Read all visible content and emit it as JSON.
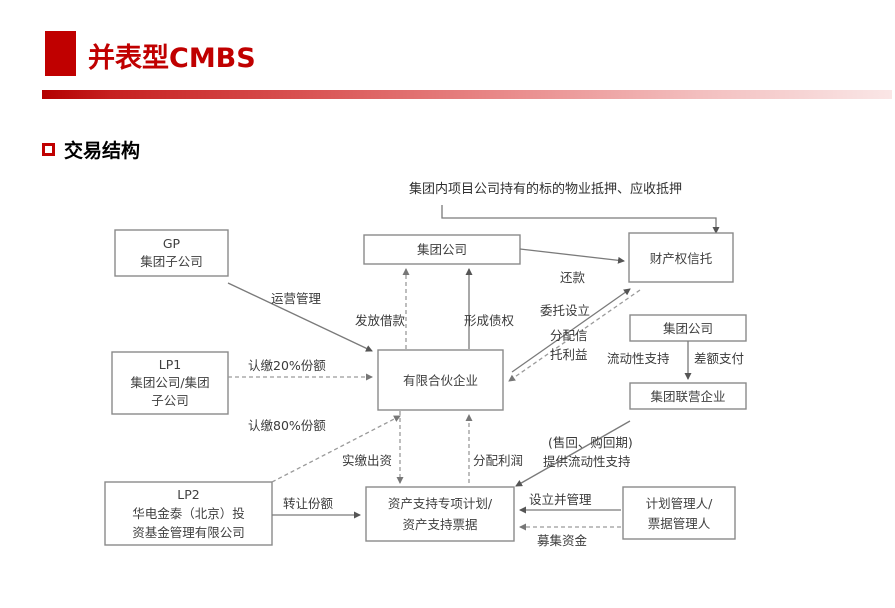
{
  "slide": {
    "title": "并表型CMBS",
    "section_heading": "交易结构",
    "accent_color": "#C00000"
  },
  "diagram": {
    "top_note": "集团内项目公司持有的标的物业抵押、应收抵押",
    "boxes": {
      "gp": {
        "line1": "GP",
        "line2": "集团子公司"
      },
      "lp1": {
        "line1": "LP1",
        "line2": "集团公司/集团",
        "line3": "子公司"
      },
      "lp2": {
        "line1": "LP2",
        "line2": "华电金泰（北京）投",
        "line3": "资基金管理有限公司"
      },
      "group_company_top": {
        "line1": "集团公司"
      },
      "property_trust": {
        "line1": "财产权信托"
      },
      "group_company_right": {
        "line1": "集团公司"
      },
      "group_affiliate": {
        "line1": "集团联营企业"
      },
      "lp_enterprise": {
        "line1": "有限合伙企业"
      },
      "abs_plan": {
        "line1": "资产支持专项计划/",
        "line2": "资产支持票据"
      },
      "plan_manager": {
        "line1": "计划管理人/",
        "line2": "票据管理人"
      }
    },
    "edge_labels": {
      "operation_management": "运营管理",
      "subscribe_20": "认缴20%份额",
      "subscribe_80": "认缴80%份额",
      "transfer_share": "转让份额",
      "issue_loan": "发放借款",
      "form_claim": "形成债权",
      "entrust_setup": "委托设立",
      "distribute_trust_benefit_1": "分配信",
      "distribute_trust_benefit_2": "托利益",
      "repayment": "还款",
      "liquidity_support": "流动性支持",
      "difference_payment": "差额支付",
      "paid_in_capital": "实缴出资",
      "distribute_profit": "分配利润",
      "liquidity_support_period_1": "(售回、购回期)",
      "liquidity_support_period_2": "提供流动性支持",
      "setup_and_manage": "设立并管理",
      "raise_funds": "募集资金"
    }
  }
}
